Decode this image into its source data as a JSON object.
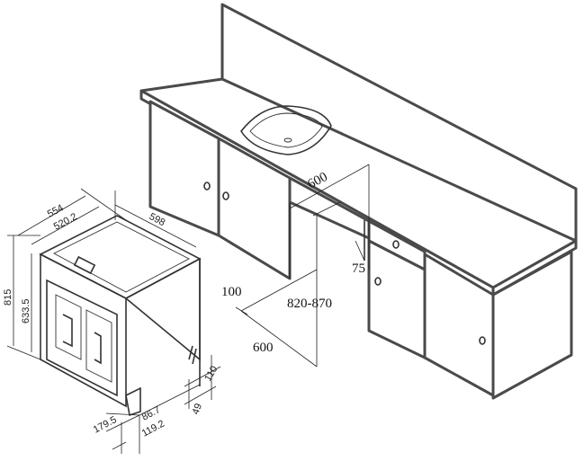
{
  "diagram": {
    "title": "Built-in dishwasher installation dimensions",
    "dishwasher_dimensions": {
      "depth_outer": "554",
      "depth_inner": "520.2",
      "width": "598",
      "height": "815",
      "door_height": "633.5",
      "plinth_height": "110",
      "foot_offset": "49",
      "door_clearance": "179.5",
      "plinth_depth_1": "86.7",
      "plinth_depth_2": "119.2"
    },
    "niche_dimensions": {
      "width": "600",
      "top_gap": "75",
      "bottom_gap": "100",
      "height_range": "820-870",
      "depth": "600"
    }
  }
}
